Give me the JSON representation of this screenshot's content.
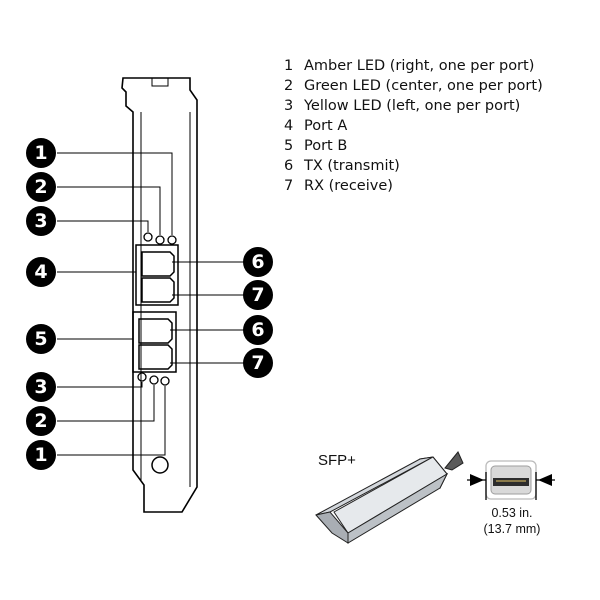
{
  "legend": [
    {
      "num": "1",
      "text": "Amber LED (right, one per port)"
    },
    {
      "num": "2",
      "text": "Green LED (center, one per port)"
    },
    {
      "num": "3",
      "text": "Yellow LED (left, one per port)"
    },
    {
      "num": "4",
      "text": "Port A"
    },
    {
      "num": "5",
      "text": "Port B"
    },
    {
      "num": "6",
      "text": "TX (transmit)"
    },
    {
      "num": "7",
      "text": "RX (receive)"
    }
  ],
  "callouts": {
    "left": [
      "1",
      "2",
      "3",
      "4",
      "5",
      "3",
      "2",
      "1"
    ],
    "right": [
      "6",
      "7",
      "6",
      "7"
    ]
  },
  "sfp": {
    "label": "SFP+",
    "dimension_in": "0.53 in.",
    "dimension_mm": "(13.7 mm)"
  }
}
